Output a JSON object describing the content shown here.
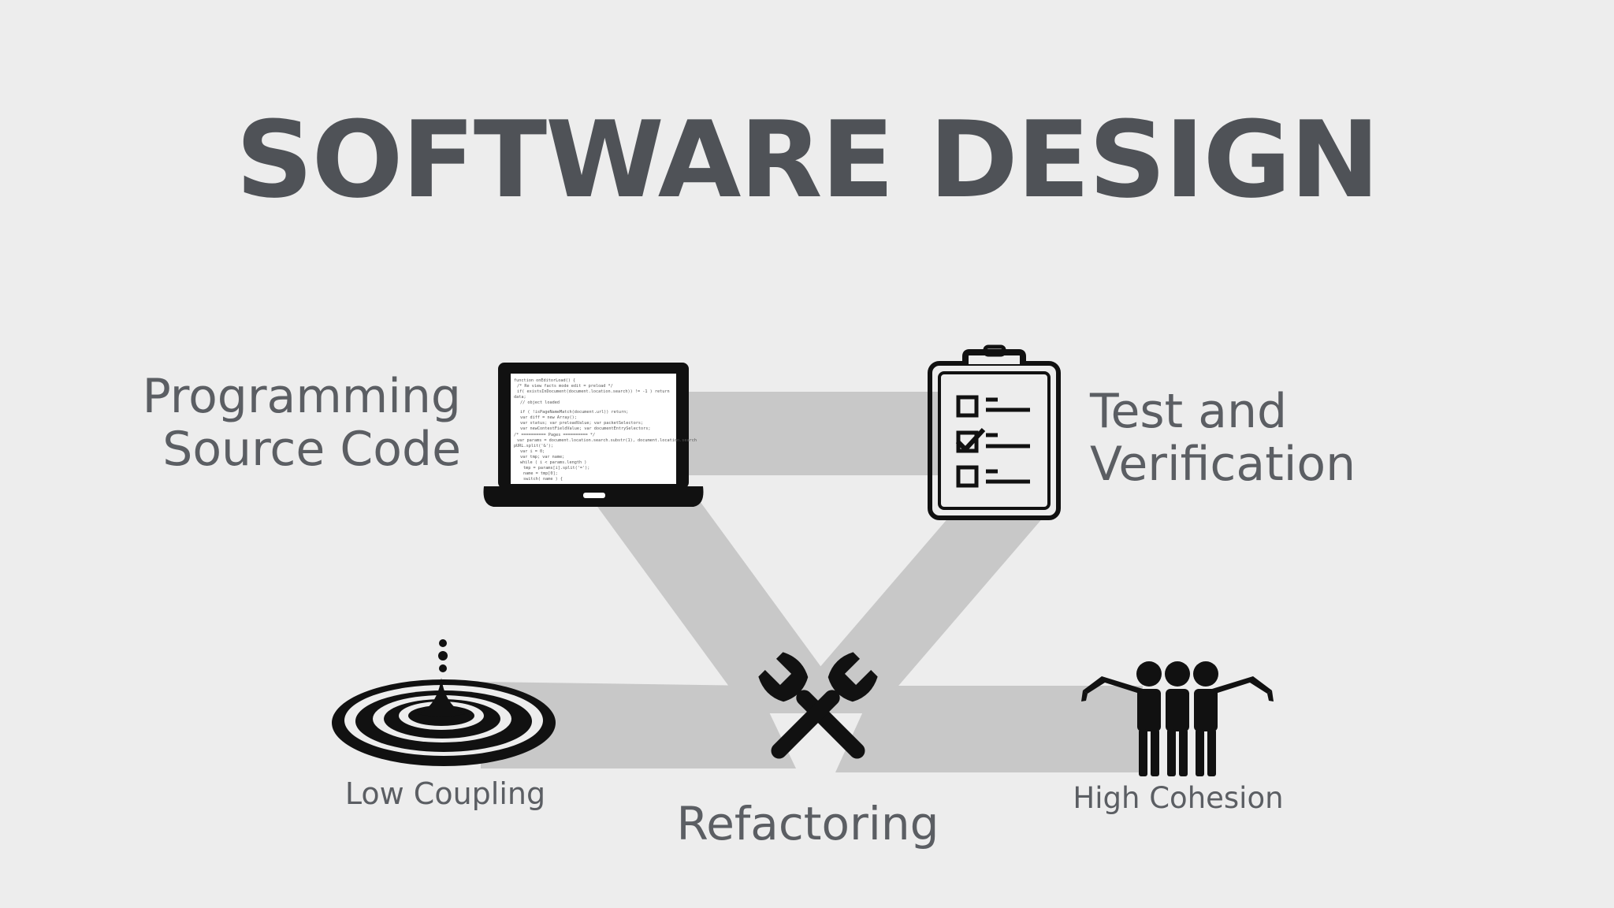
{
  "title": "SOFTWARE DESIGN",
  "nodes": {
    "programming": {
      "line1": "Programming",
      "line2": "Source Code",
      "icon": "laptop-code-icon"
    },
    "test": {
      "line1": "Test and",
      "line2": "Verification",
      "icon": "clipboard-checklist-icon"
    },
    "refactoring": {
      "label": "Refactoring",
      "icon": "crossed-wrenches-icon"
    },
    "low_coupling": {
      "label": "Low Coupling",
      "icon": "water-ripple-icon"
    },
    "high_cohesion": {
      "label": "High Cohesion",
      "icon": "linked-people-icon"
    }
  },
  "colors": {
    "background": "#ededed",
    "title": "#4f5257",
    "label": "#5b5e63",
    "connector": "#c8c8c8",
    "icon": "#111111"
  }
}
